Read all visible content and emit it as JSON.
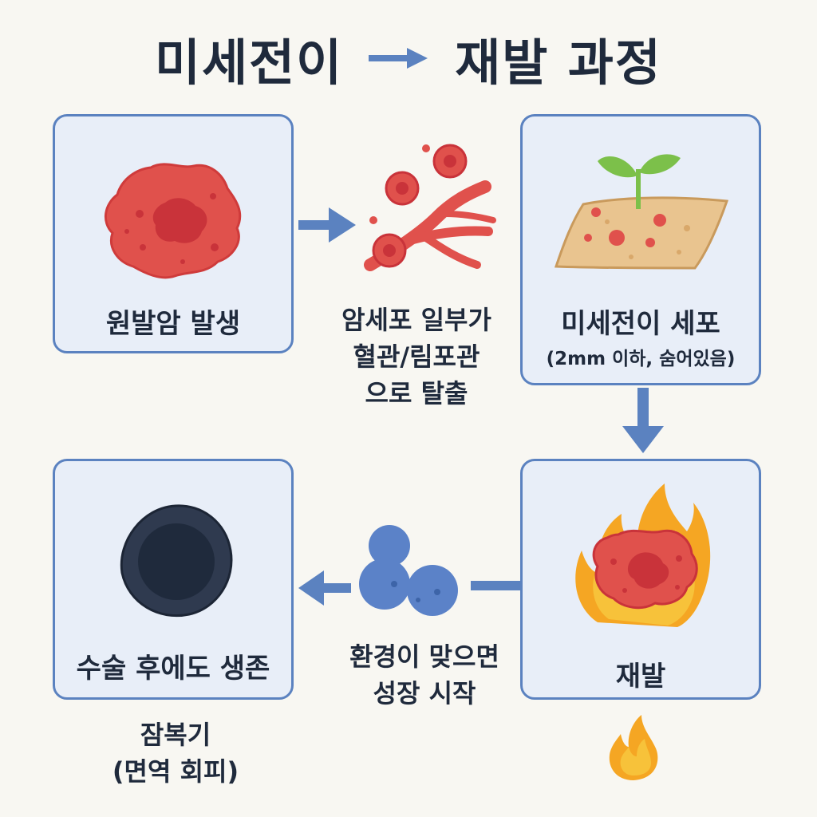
{
  "title": {
    "left": "미세전이",
    "right": "재발 과정"
  },
  "steps": {
    "primary": {
      "label": "원발암 발생"
    },
    "escape": {
      "lines": [
        "암세포 일부가",
        "혈관/림포관",
        "으로 탈출"
      ]
    },
    "micrometastasis": {
      "label": "미세전이 세포",
      "sublabel": "(2mm 이하, 숨어있음)"
    },
    "recurrence": {
      "label": "재발"
    },
    "growth": {
      "lines": [
        "환경이 맞으면",
        "성장 시작"
      ]
    },
    "survival": {
      "label": "수술 후에도 생존"
    },
    "dormancy": {
      "lines": [
        "잠복기",
        "(면역 회피)"
      ]
    }
  },
  "colors": {
    "arrow": "#5b82c0",
    "box_border": "#5b82c0",
    "box_fill": "#e8eef8",
    "tumor_red": "#e0514c",
    "tumor_dark": "#c9333a",
    "flame_orange": "#f5a623",
    "dormant_cell": "#2f3a4f",
    "blue_cells": "#5b82c8",
    "sprout_green": "#7cc04a",
    "soil": "#e9c48f"
  },
  "icons": {
    "primary": "tumor-icon",
    "escape": "blood-vessel-icon",
    "micrometastasis": "sprout-soil-icon",
    "recurrence": "flaming-tumor-icon",
    "growth": "cell-cluster-icon",
    "survival": "dormant-cell-icon",
    "extra": "flame-icon"
  }
}
